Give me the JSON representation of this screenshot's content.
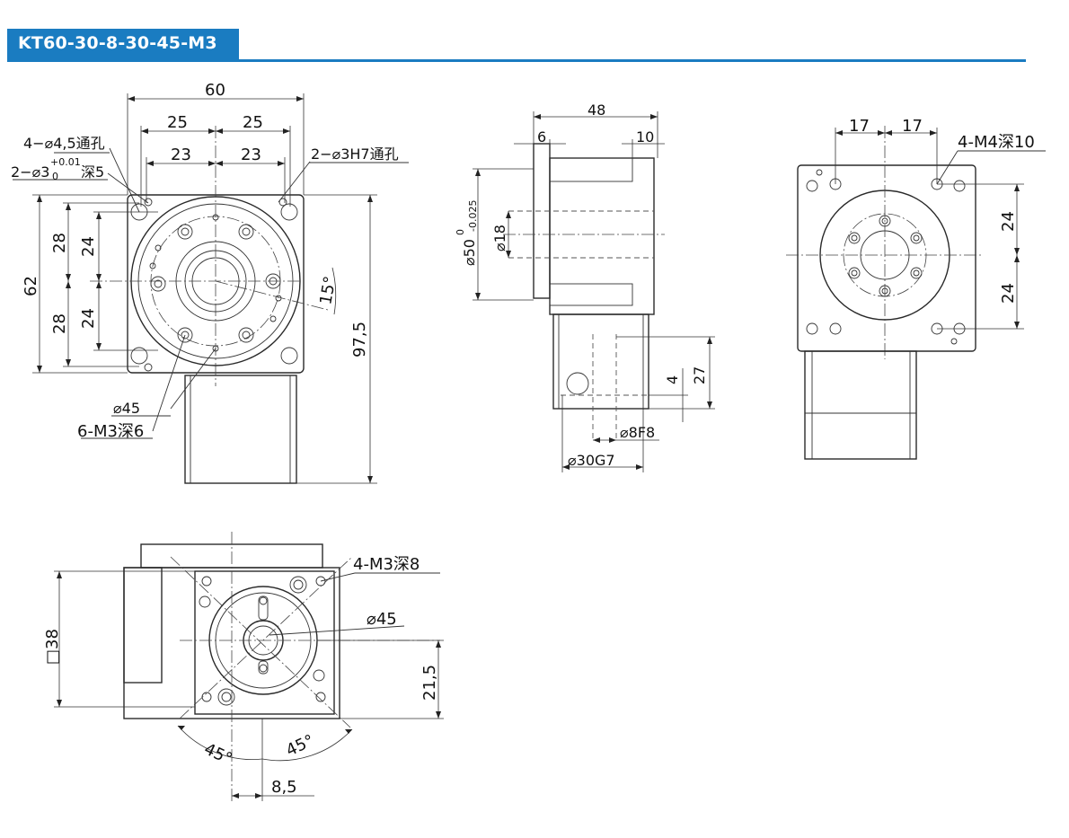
{
  "title": "KT60-30-8-30-45-M3",
  "front_view": {
    "dim_60": "60",
    "dim_25_left": "25",
    "dim_25_right": "25",
    "dim_23_left": "23",
    "dim_23_right": "23",
    "dim_62": "62",
    "dim_28_top": "28",
    "dim_28_bottom": "28",
    "dim_24_top": "24",
    "dim_24_bottom": "24",
    "dim_97_5": "97,5",
    "angle_15": "15°",
    "callout_holes": "4−⌀4,5通孔",
    "callout_pin_prefix": "2−⌀3",
    "callout_pin_tol_upper": "+0.01",
    "callout_pin_tol_lower": "0",
    "callout_pin_depth": "深5",
    "callout_h7": "2−⌀3H7通孔",
    "callout_dia45": "⌀45",
    "callout_m3": "6-M3深6"
  },
  "side_view": {
    "dim_48": "48",
    "dim_6": "6",
    "dim_10": "10",
    "dim_dia50": "⌀50",
    "dia50_tol_upper": "0",
    "dia50_tol_lower": "-0.025",
    "dim_dia18": "⌀18",
    "dim_4": "4",
    "dim_27": "27",
    "dim_dia8f8": "⌀8F8",
    "dim_dia30g7": "⌀30G7"
  },
  "rear_view": {
    "dim_17_left": "17",
    "dim_17_right": "17",
    "callout_m4": "4-M4深10",
    "dim_24_top": "24",
    "dim_24_bottom": "24"
  },
  "bottom_view": {
    "callout_m3": "4-M3深8",
    "dim_dia45": "⌀45",
    "dim_square38": "□38",
    "dim_21_5": "21,5",
    "angle_45_left": "45°",
    "angle_45_right": "45°",
    "dim_8_5": "8,5"
  }
}
